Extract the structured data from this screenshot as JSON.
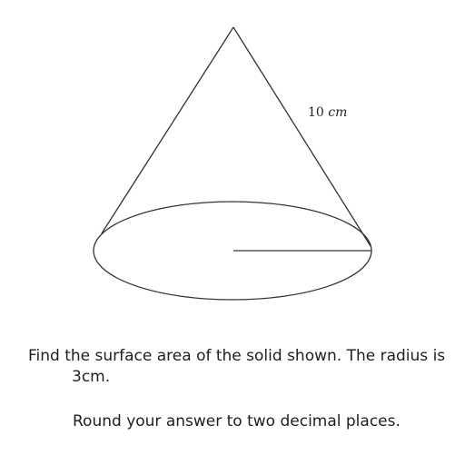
{
  "figure": {
    "slant_value": "10",
    "slant_unit": "cm"
  },
  "question": {
    "line1": "Find the surface area of the solid shown. The radius is",
    "line2": "3cm.",
    "line3": "Round your answer to two decimal places."
  }
}
